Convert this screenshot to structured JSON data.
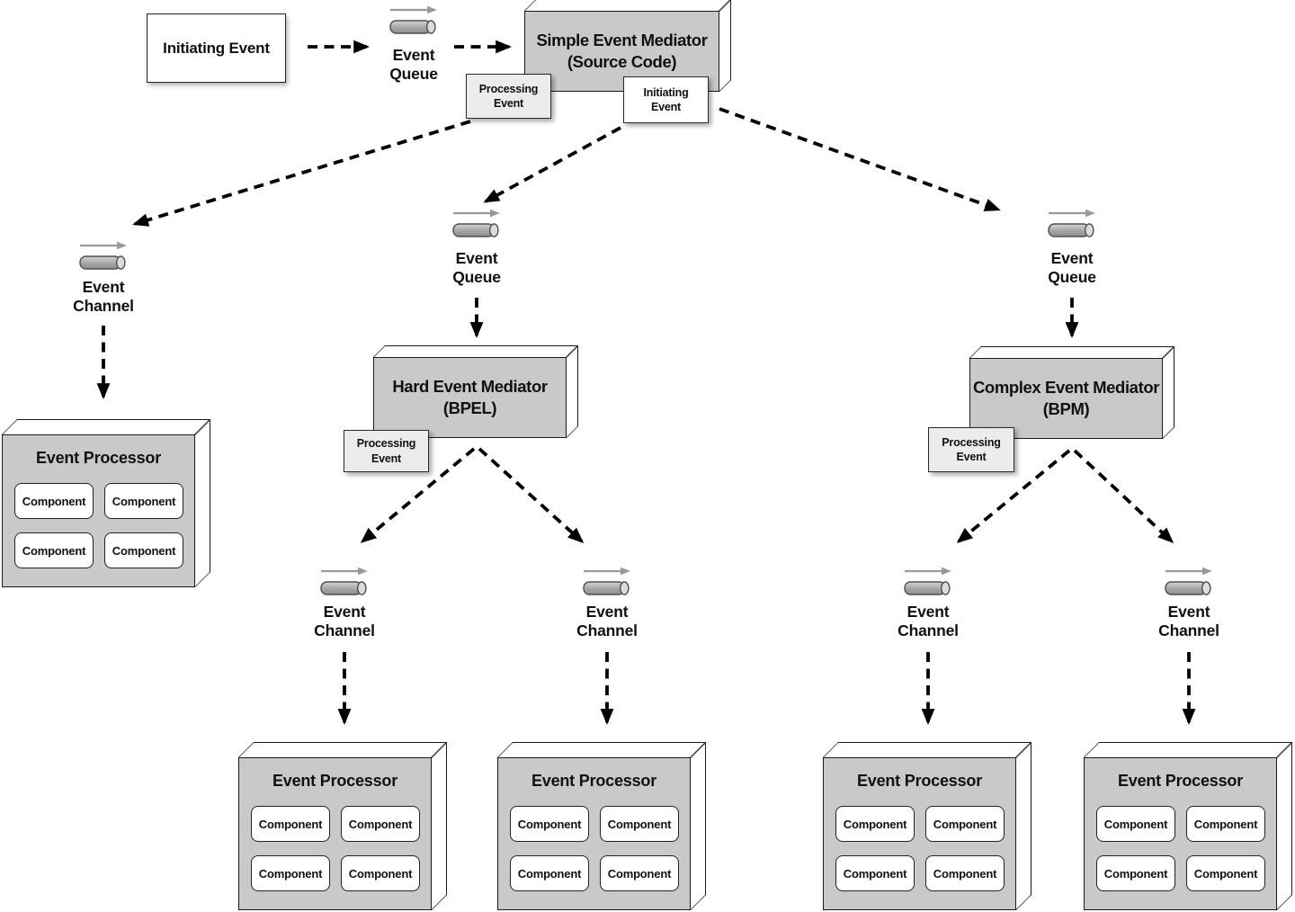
{
  "colors": {
    "background": "#ffffff",
    "box_fill": "#c9c9c9",
    "box_3d_face": "#ffffff",
    "box_border": "#1a1a1a",
    "note_gray_fill": "#ececec",
    "note_white_fill": "#ffffff",
    "dashed_arrow": "#000000",
    "queue_arrow": "#999999",
    "cylinder_body": "#a8a8a8",
    "cylinder_cap": "#dcdcdc",
    "text": "#111111"
  },
  "labels": {
    "initiating_event": "Initiating Event",
    "event": "Event",
    "queue": "Queue",
    "channel": "Channel",
    "processing": "Processing",
    "initiating": "Initiating",
    "event_processor": "Event Processor",
    "component": "Component"
  },
  "mediators": {
    "simple": {
      "name": "Simple Event Mediator",
      "impl": "(Source Code)"
    },
    "hard": {
      "name": "Hard Event Mediator",
      "impl": "(BPEL)"
    },
    "complex": {
      "name": "Complex Event Mediator",
      "impl": "(BPM)"
    }
  }
}
